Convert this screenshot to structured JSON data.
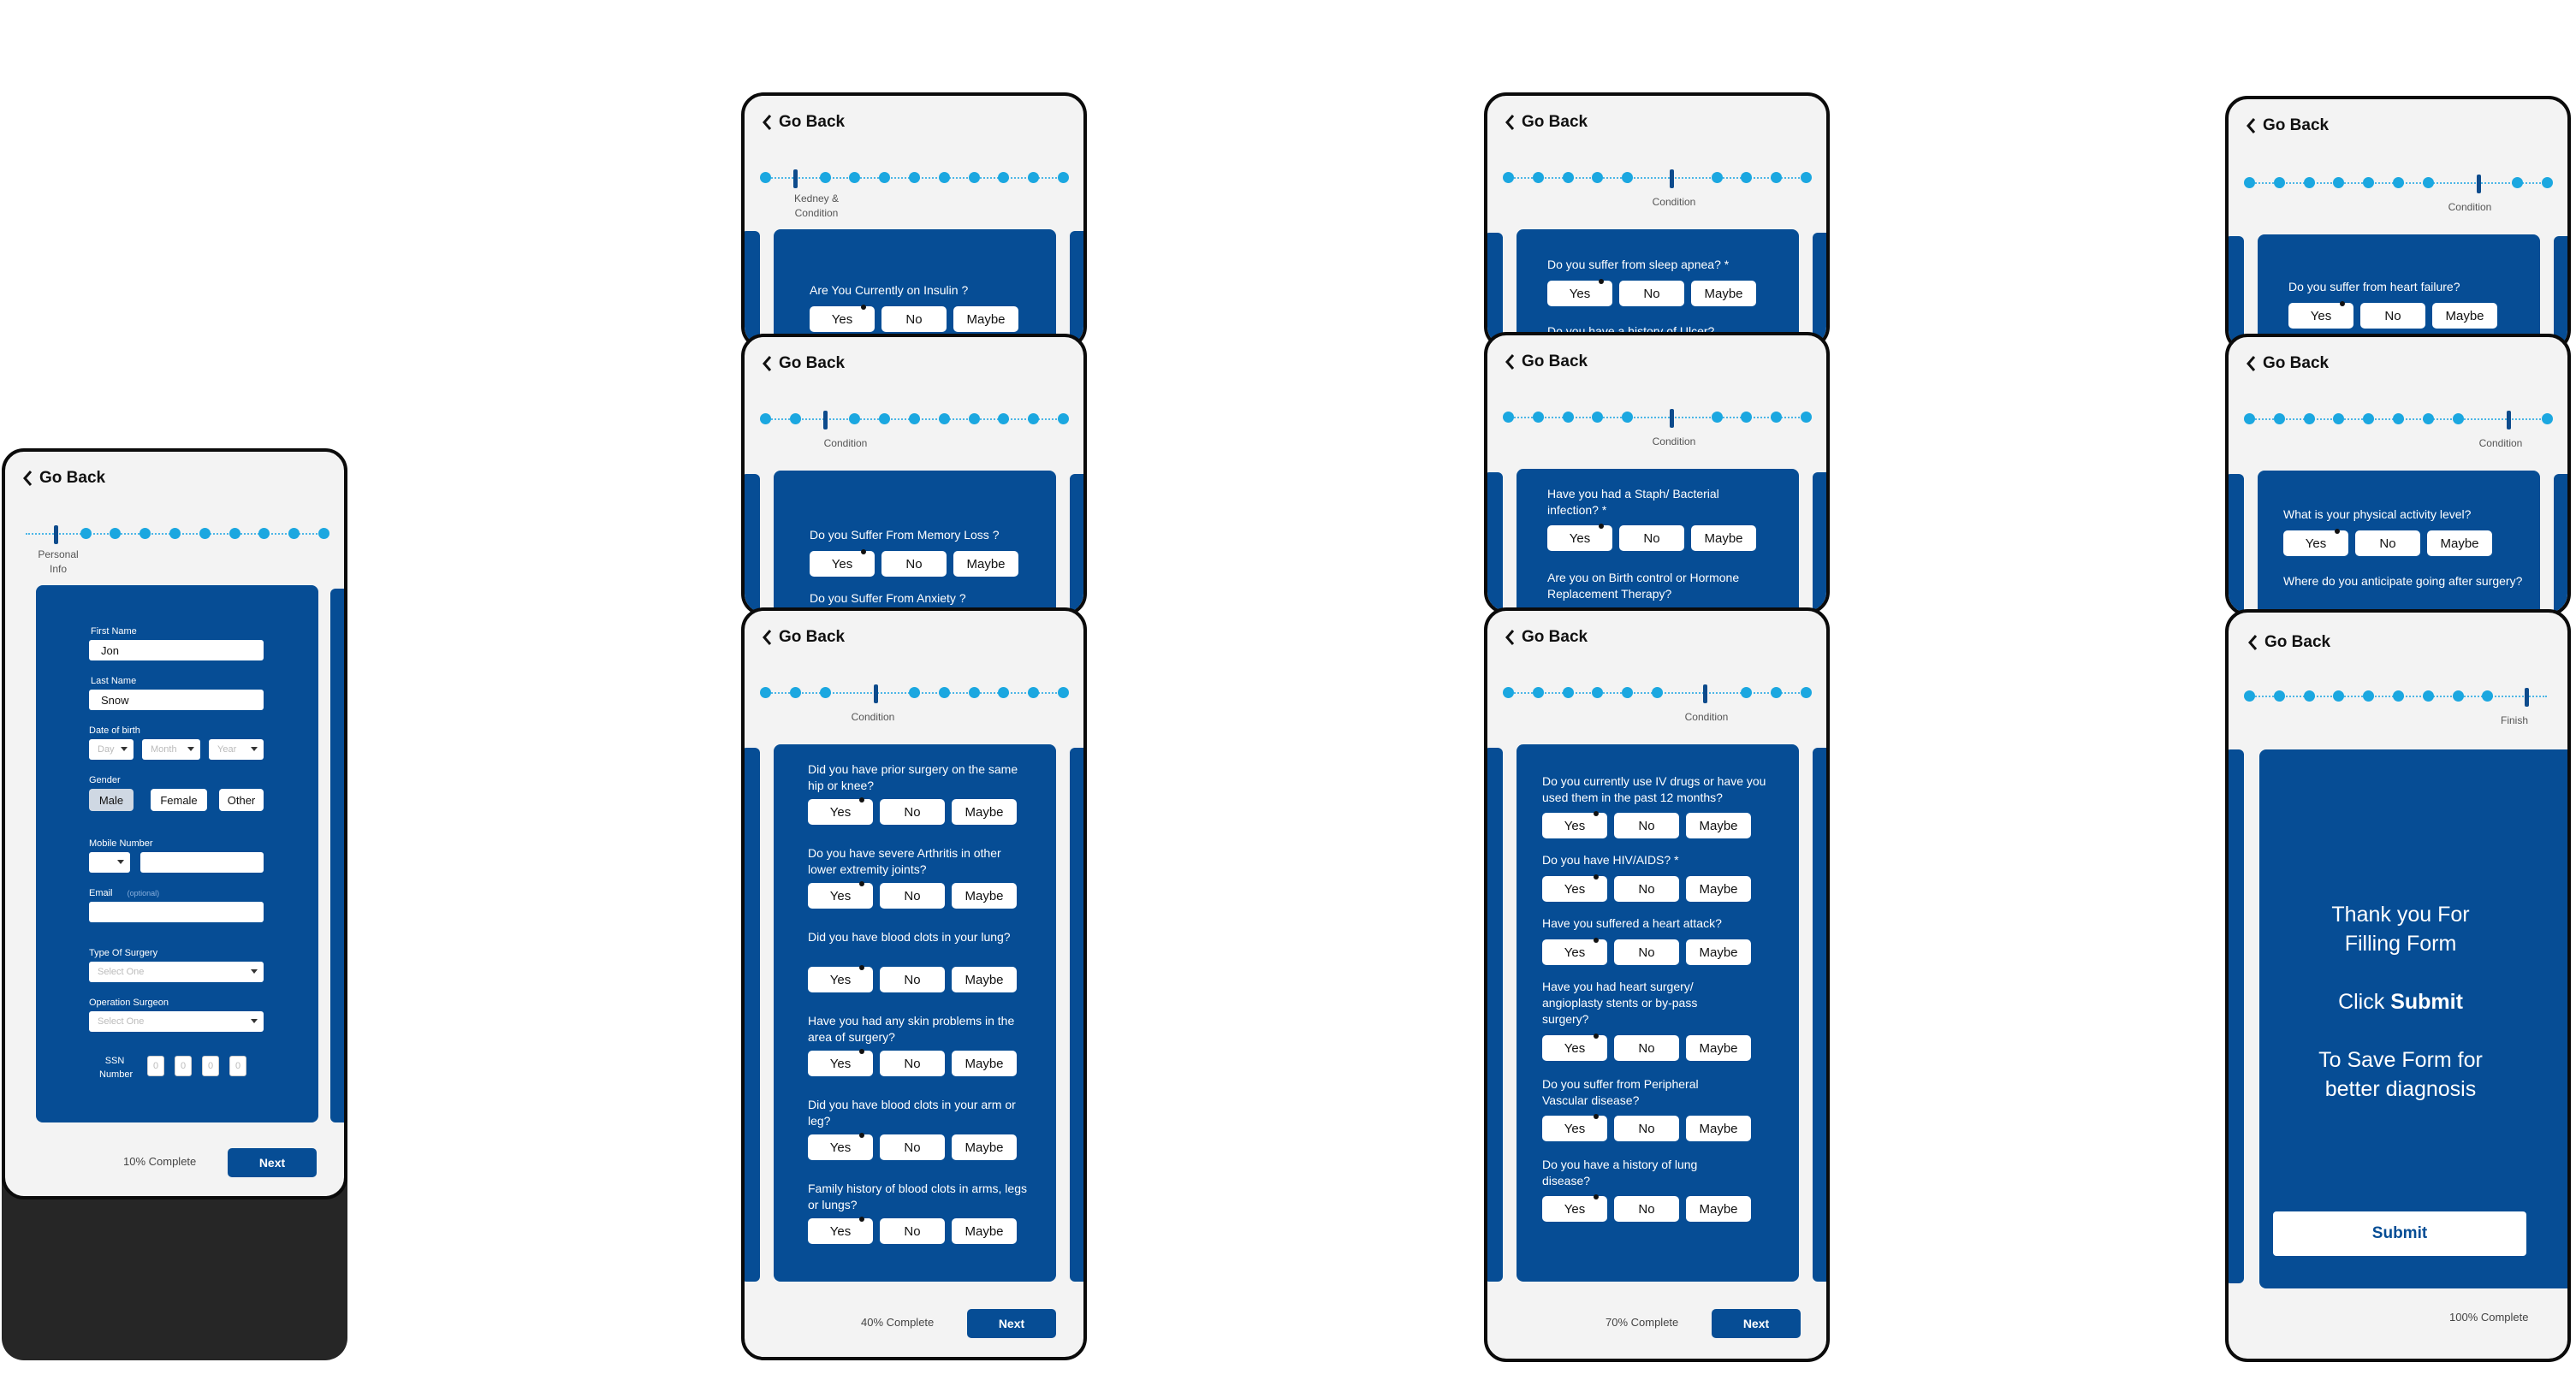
{
  "common": {
    "go_back": "Go Back",
    "yes": "Yes",
    "no": "No",
    "maybe": "Maybe",
    "next": "Next"
  },
  "screen1": {
    "step_label": "Personal Info",
    "first_name_label": "First Name",
    "first_name_value": "Jon",
    "last_name_label": "Last Name",
    "last_name_value": "Snow",
    "dob_label": "Date of birth",
    "day": "Day",
    "month": "Month",
    "year": "Year",
    "gender_label": "Gender",
    "gender_options": [
      "Male",
      "Female",
      "Other"
    ],
    "mobile_label": "Mobile Number",
    "email_label": "Email",
    "email_optional": "(optional)",
    "surgery_type_label": "Type Of Surgery",
    "surgery_type_placeholder": "Select One",
    "surgeon_label": "Operation Surgeon",
    "surgeon_placeholder": "Select One",
    "ssn_label": "SSN Number",
    "ssn_digit": "0",
    "progress": "10% Complete"
  },
  "col2": {
    "s1": {
      "step_label": "Kedney & Condition",
      "q1": "Are You Currently on Insulin ?"
    },
    "s2": {
      "step_label": "Condition",
      "q1": "Do you Suffer From Memory Loss ?",
      "q2": "Do you Suffer From Anxiety ?"
    },
    "s3": {
      "step_label": "Condition",
      "questions": [
        "Did you have prior surgery on the same hip or knee?",
        "Do you have severe Arthritis in other lower extremity joints?",
        "Did you have blood clots in your lung?",
        "Have you had any skin problems in the area of surgery?",
        "Did you have blood clots in your arm or leg?",
        "Family history of blood clots in arms, legs or lungs?"
      ],
      "progress": "40% Complete"
    }
  },
  "col3": {
    "s1": {
      "step_label": "Condition",
      "q1": "Do you suffer from sleep apnea? *",
      "q2": "Do you have a history of Ulcer?"
    },
    "s2": {
      "step_label": "Condition",
      "q1": "Have you had a Staph/ Bacterial infection? *",
      "q2": "Are you on Birth control or Hormone Replacement Therapy?"
    },
    "s3": {
      "step_label": "Condition",
      "questions": [
        "Do you currently use IV drugs or have you used them in the past 12 months?",
        "Do you have HIV/AIDS? *",
        "Have you suffered a heart attack?",
        "Have you had heart surgery/ angioplasty stents or by-pass surgery?",
        "Do you suffer from Peripheral Vascular disease?",
        "Do you have a history of lung disease?"
      ],
      "progress": "70% Complete"
    }
  },
  "col4": {
    "s1": {
      "step_label": "Condition",
      "q1": "Do you suffer from heart failure?"
    },
    "s2": {
      "step_label": "Condition",
      "q1": "What is your physical activity level?",
      "q2": "Where do you anticipate going after surgery?"
    },
    "s3": {
      "step_label": "Finish",
      "thanks_line1": "Thank you For",
      "thanks_line2": "Filling Form",
      "click_prefix": "Click",
      "click_bold": "Submit",
      "save_line1": "To Save Form for",
      "save_line2": "better diagnosis",
      "submit": "Submit",
      "progress": "100% Complete"
    }
  }
}
